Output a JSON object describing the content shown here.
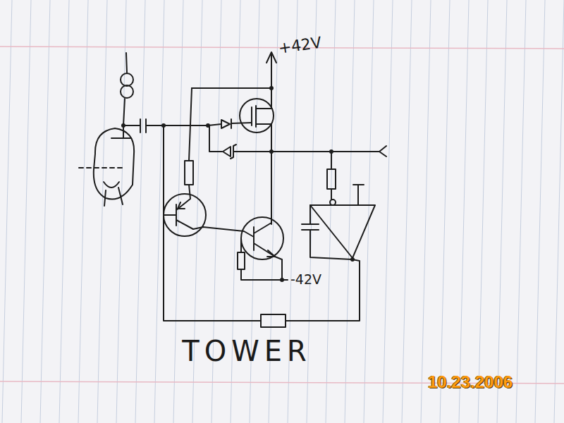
{
  "diagram": {
    "caption": "TOWER",
    "labels": [
      "+42V",
      "-42V",
      "10.23.2006"
    ]
  }
}
